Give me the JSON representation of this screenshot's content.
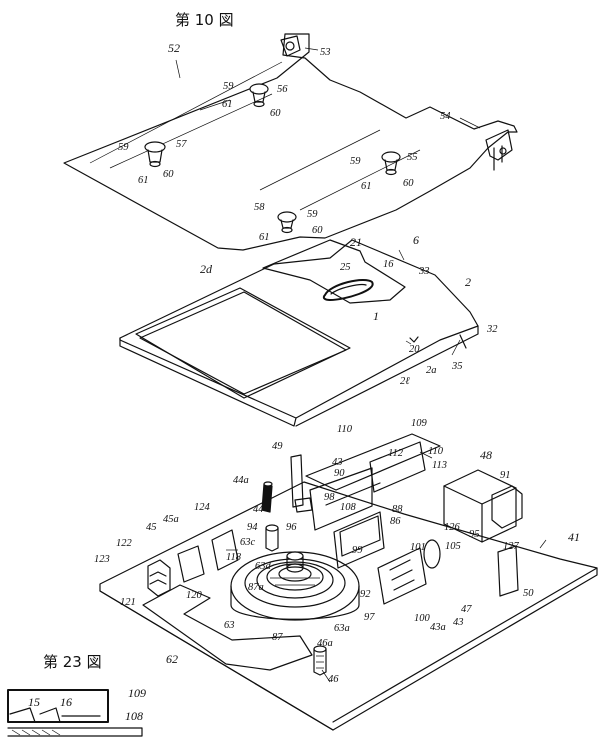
{
  "figures": {
    "fig10_title": "第 10 図",
    "fig23_title": "第 23 図"
  },
  "labels": [
    {
      "id": "52",
      "text": "52"
    },
    {
      "id": "53",
      "text": "53"
    },
    {
      "id": "54",
      "text": "54"
    },
    {
      "id": "59a",
      "text": "59"
    },
    {
      "id": "56",
      "text": "56"
    },
    {
      "id": "61a",
      "text": "61"
    },
    {
      "id": "60a",
      "text": "60"
    },
    {
      "id": "59b",
      "text": "59"
    },
    {
      "id": "57",
      "text": "57"
    },
    {
      "id": "61b",
      "text": "61"
    },
    {
      "id": "60b",
      "text": "60"
    },
    {
      "id": "59c",
      "text": "59"
    },
    {
      "id": "55",
      "text": "55"
    },
    {
      "id": "61c",
      "text": "61"
    },
    {
      "id": "60c",
      "text": "60"
    },
    {
      "id": "58",
      "text": "58"
    },
    {
      "id": "59d",
      "text": "59"
    },
    {
      "id": "61d",
      "text": "61"
    },
    {
      "id": "60d",
      "text": "60"
    },
    {
      "id": "21",
      "text": "21"
    },
    {
      "id": "6",
      "text": "6"
    },
    {
      "id": "2d",
      "text": "2d"
    },
    {
      "id": "25",
      "text": "25"
    },
    {
      "id": "16",
      "text": "16"
    },
    {
      "id": "33",
      "text": "33"
    },
    {
      "id": "2",
      "text": "2"
    },
    {
      "id": "1",
      "text": "1"
    },
    {
      "id": "32",
      "text": "32"
    },
    {
      "id": "20",
      "text": "20"
    },
    {
      "id": "2a",
      "text": "2a"
    },
    {
      "id": "35",
      "text": "35"
    },
    {
      "id": "2b",
      "text": "2ℓ"
    },
    {
      "id": "110a",
      "text": "110"
    },
    {
      "id": "109",
      "text": "109"
    },
    {
      "id": "49",
      "text": "49"
    },
    {
      "id": "112",
      "text": "112"
    },
    {
      "id": "110b",
      "text": "110"
    },
    {
      "id": "113",
      "text": "113"
    },
    {
      "id": "48",
      "text": "48"
    },
    {
      "id": "43",
      "text": "43"
    },
    {
      "id": "90",
      "text": "90"
    },
    {
      "id": "91",
      "text": "91"
    },
    {
      "id": "44a",
      "text": "44a"
    },
    {
      "id": "98",
      "text": "98"
    },
    {
      "id": "108",
      "text": "108"
    },
    {
      "id": "124",
      "text": "124"
    },
    {
      "id": "44",
      "text": "44"
    },
    {
      "id": "88",
      "text": "88"
    },
    {
      "id": "86",
      "text": "86"
    },
    {
      "id": "126",
      "text": "126"
    },
    {
      "id": "95",
      "text": "95"
    },
    {
      "id": "45",
      "text": "45"
    },
    {
      "id": "45a",
      "text": "45a"
    },
    {
      "id": "94",
      "text": "94"
    },
    {
      "id": "96",
      "text": "96"
    },
    {
      "id": "99",
      "text": "99"
    },
    {
      "id": "41",
      "text": "41"
    },
    {
      "id": "122",
      "text": "122"
    },
    {
      "id": "63c",
      "text": "63c"
    },
    {
      "id": "101",
      "text": "101"
    },
    {
      "id": "105",
      "text": "105"
    },
    {
      "id": "127",
      "text": "127"
    },
    {
      "id": "123",
      "text": "123"
    },
    {
      "id": "118",
      "text": "118"
    },
    {
      "id": "63d",
      "text": "63d"
    },
    {
      "id": "121",
      "text": "121"
    },
    {
      "id": "120",
      "text": "120"
    },
    {
      "id": "87a",
      "text": "87a"
    },
    {
      "id": "50",
      "text": "50"
    },
    {
      "id": "92",
      "text": "92"
    },
    {
      "id": "97",
      "text": "97"
    },
    {
      "id": "100",
      "text": "100"
    },
    {
      "id": "43a",
      "text": "43a"
    },
    {
      "id": "47",
      "text": "47"
    },
    {
      "id": "43b",
      "text": "43"
    },
    {
      "id": "63",
      "text": "63"
    },
    {
      "id": "87",
      "text": "87"
    },
    {
      "id": "63a",
      "text": "63a"
    },
    {
      "id": "62",
      "text": "62"
    },
    {
      "id": "46a",
      "text": "46a"
    },
    {
      "id": "46",
      "text": "46"
    },
    {
      "id": "15",
      "text": "15"
    },
    {
      "id": "16b",
      "text": "16"
    },
    {
      "id": "109b",
      "text": "109"
    },
    {
      "id": "108b",
      "text": "108"
    }
  ]
}
